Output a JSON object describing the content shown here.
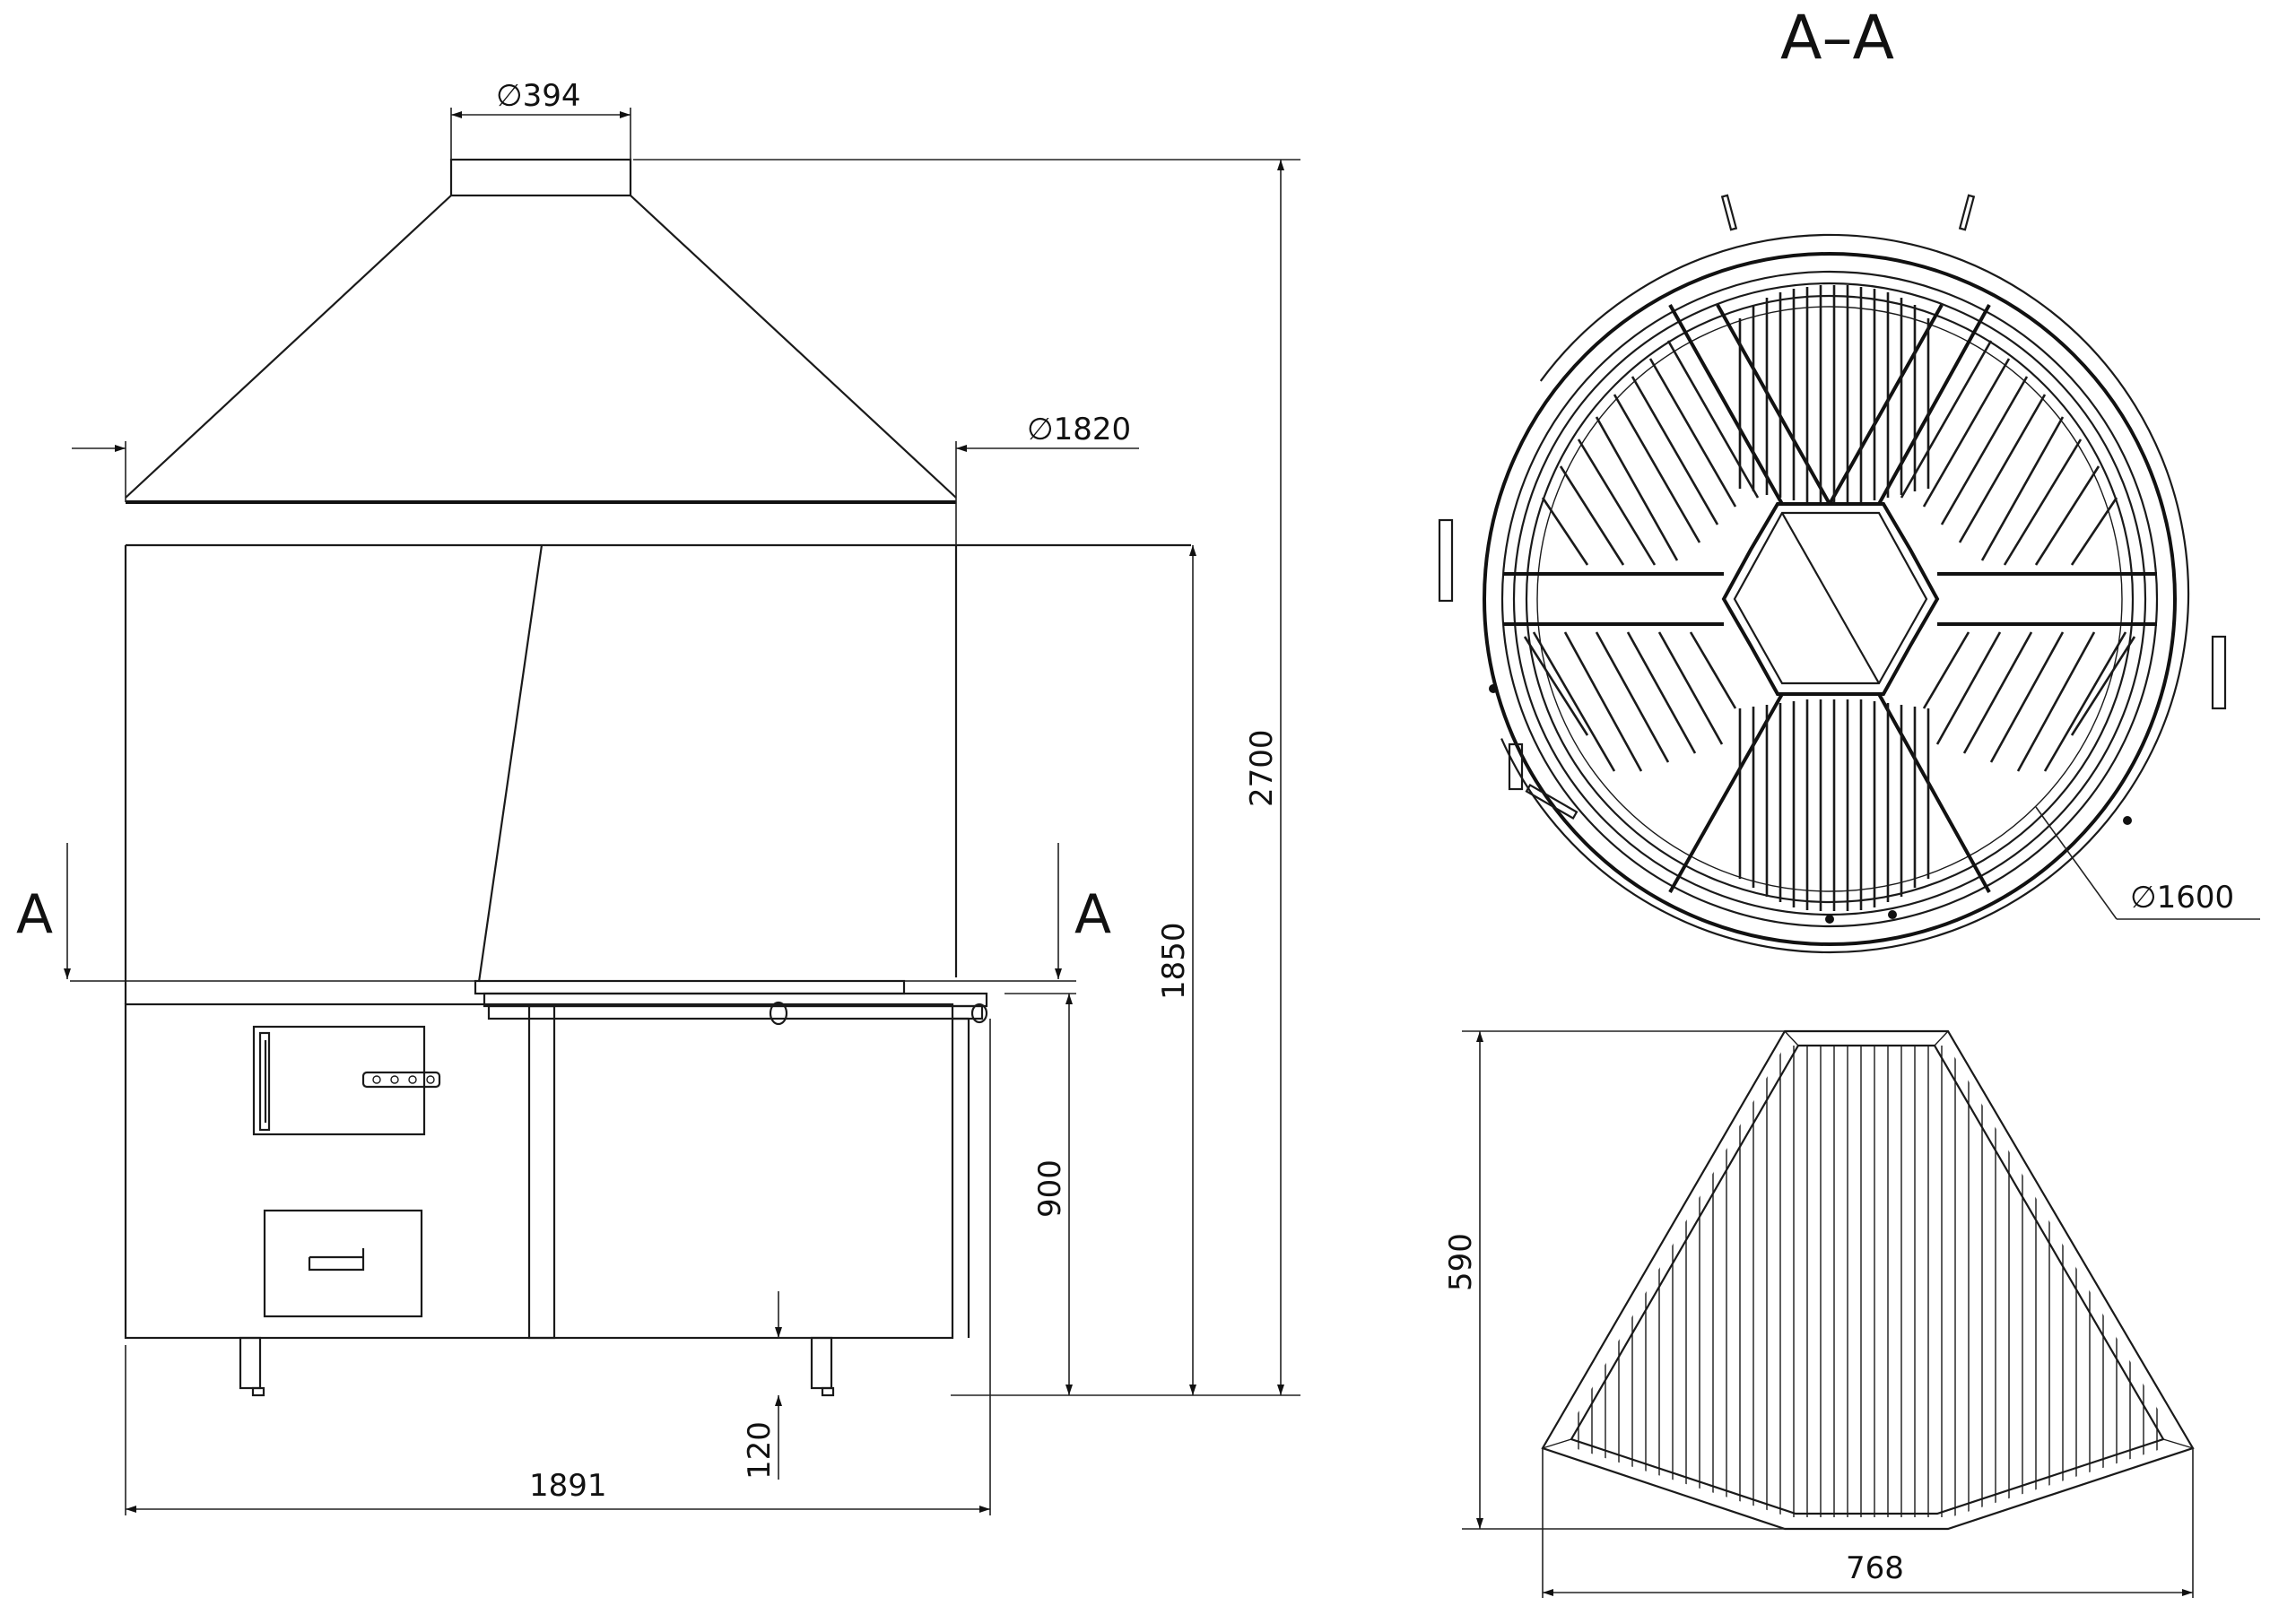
{
  "section_title": "A–A",
  "section_marker": "A",
  "dimensions": {
    "hood_outlet_diameter": "∅394",
    "hood_base_diameter": "∅1820",
    "total_height": "2700",
    "canopy_base_height": "1850",
    "table_height": "900",
    "leg_height": "120",
    "total_width": "1891",
    "grill_diameter": "∅1600",
    "segment_depth": "590",
    "segment_width": "768"
  }
}
